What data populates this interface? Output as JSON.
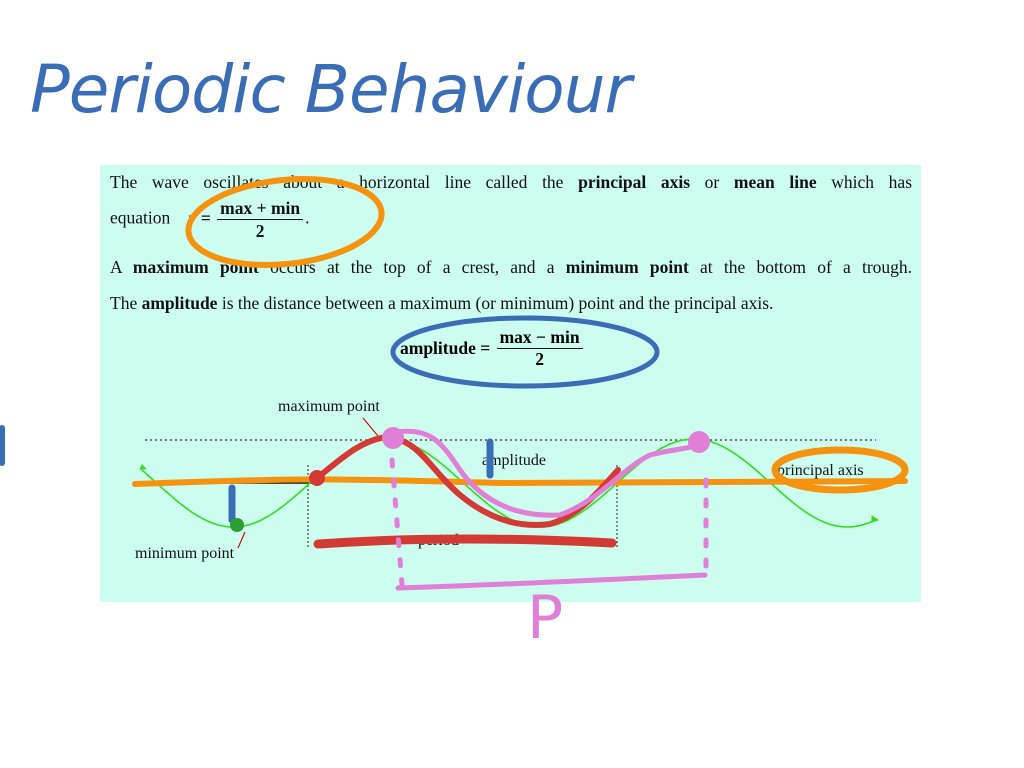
{
  "title": "Periodic Behaviour",
  "handwritten_label": "P",
  "colors": {
    "panel_bg": "#ccfdee",
    "pen_blue": "#3a6db5",
    "pen_orange": "#f5920f",
    "pen_red": "#d33a36",
    "pen_pink": "#e07fd6",
    "pen_green": "#2e9e32",
    "wave": "#33dd22"
  },
  "text": {
    "p1_a": "The wave oscillates about a horizontal line called the",
    "p1_b": "principal axis",
    "p1_c": "or",
    "p1_d": "mean line",
    "p1_e": "which has",
    "p1_f": "equation",
    "eq1_lhs": "y =",
    "eq1_num": "max + min",
    "eq1_den": "2",
    "p2_a": "A",
    "p2_b": "maximum point",
    "p2_c": "occurs at the top of a crest, and a",
    "p2_d": "minimum point",
    "p2_e": "at the bottom of a trough.",
    "p3_a": "The",
    "p3_b": "amplitude",
    "p3_c": "is the distance between a maximum (or minimum) point and the principal axis.",
    "eq2_lhs": "amplitude =",
    "eq2_num": "max − min",
    "eq2_den": "2"
  },
  "diagram": {
    "labels": {
      "max": "maximum point",
      "min": "minimum point",
      "amplitude": "amplitude",
      "axis": "principal axis",
      "period": "period"
    }
  }
}
